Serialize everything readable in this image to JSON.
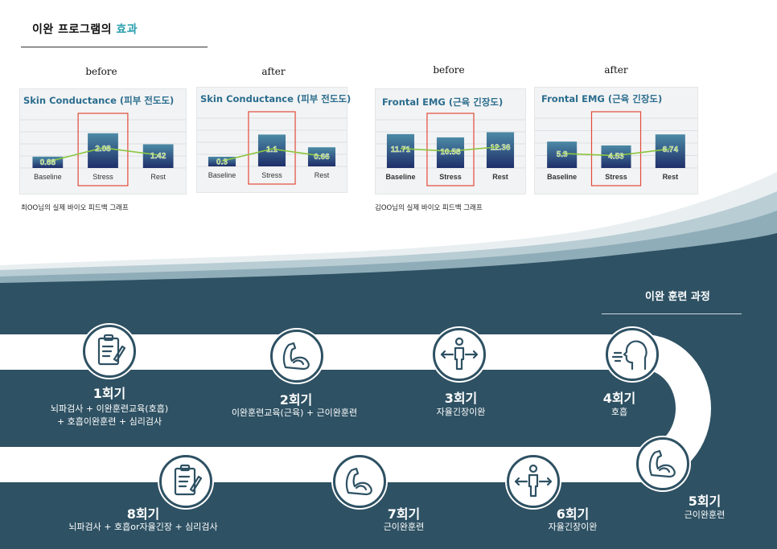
{
  "header": {
    "title_main": "이완 프로그램의 ",
    "title_accent": "효과",
    "accent_color": "#2a9fae"
  },
  "charts": {
    "before_label": "before",
    "after_label": "after",
    "caption_left": "최OO님의 실제 바이오 피드백 그래프",
    "caption_right": "김OO님의 실제 바이오 피드백 그래프",
    "skin_title": "Skin Conductance (피부 전도도)",
    "emg_title": "Frontal EMG (근육 긴장도)"
  },
  "chart_data": [
    {
      "type": "bar",
      "title": "Skin Conductance (피부 전도도)",
      "subtitle": "before",
      "categories": [
        "Baseline",
        "Stress",
        "Rest"
      ],
      "values": [
        0.68,
        2.08,
        1.42
      ],
      "labels": [
        "0.68",
        "2.08",
        "1.42"
      ],
      "ylim": [
        0,
        2.6
      ]
    },
    {
      "type": "bar",
      "title": "Skin Conductance (피부 전도도)",
      "subtitle": "after",
      "categories": [
        "Baseline",
        "Stress",
        "Rest"
      ],
      "values": [
        0.3,
        1.1,
        0.66
      ],
      "labels": [
        "0.3",
        "1.1",
        "0.66"
      ],
      "ylim": [
        0,
        1.5
      ]
    },
    {
      "type": "bar",
      "title": "Frontal EMG (근육 긴장도)",
      "subtitle": "before",
      "categories": [
        "Baseline",
        "Stress",
        "Rest"
      ],
      "values": [
        11.71,
        10.58,
        12.36
      ],
      "labels": [
        "11.71",
        "10.58",
        "12.36"
      ],
      "ylim": [
        0,
        15
      ]
    },
    {
      "type": "bar",
      "title": "Frontal EMG (근육 긴장도)",
      "subtitle": "after",
      "categories": [
        "Baseline",
        "Stress",
        "Rest"
      ],
      "values": [
        5.3,
        4.53,
        6.74
      ],
      "labels": [
        "5.3",
        "4.53",
        "6.74"
      ],
      "ylim": [
        0,
        9
      ]
    }
  ],
  "process": {
    "label": "이완 훈련 과정",
    "steps": [
      {
        "title": "1회기",
        "desc1": "뇌파검사 + 이완훈련교육(호흡)",
        "desc2": "+ 호흡이완훈련 + 심리검사",
        "icon": "clipboard-icon"
      },
      {
        "title": "2회기",
        "desc1": "이완훈련교육(근육) + 근이완훈련",
        "desc2": "",
        "icon": "muscle-arm-icon"
      },
      {
        "title": "3회기",
        "desc1": "자율긴장이완",
        "desc2": "",
        "icon": "person-arrows-icon"
      },
      {
        "title": "4회기",
        "desc1": "호흡",
        "desc2": "",
        "icon": "breathing-head-icon"
      },
      {
        "title": "5회기",
        "desc1": "근이완훈련",
        "desc2": "",
        "icon": "muscle-arm-icon"
      },
      {
        "title": "6회기",
        "desc1": "자율긴장이완",
        "desc2": "",
        "icon": "person-arrows-icon"
      },
      {
        "title": "7회기",
        "desc1": "근이완훈련",
        "desc2": "",
        "icon": "muscle-arm-icon"
      },
      {
        "title": "8회기",
        "desc1": "뇌파검사 + 호흡or자율긴장 + 심리검사",
        "desc2": "",
        "icon": "clipboard-icon"
      }
    ]
  },
  "colors": {
    "navy": "#2e5163",
    "bar_dark": "#1f2f6a",
    "bar_light": "#4c8aa6",
    "line_green": "#8cc63f",
    "highlight_red": "#e34a3a",
    "panel_title": "#2b6d8e"
  }
}
